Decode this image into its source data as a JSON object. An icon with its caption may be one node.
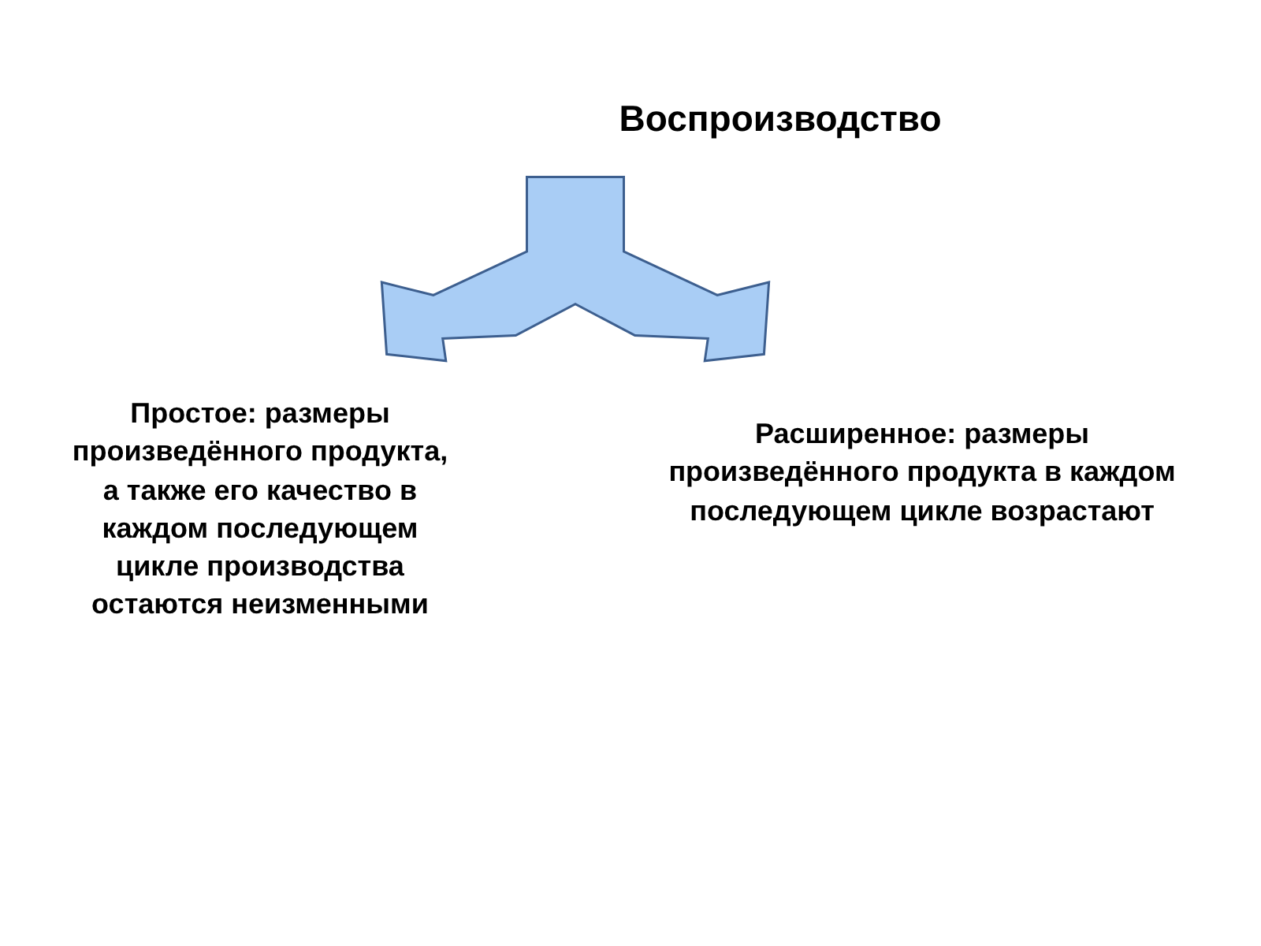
{
  "diagram": {
    "nodes": [
      {
        "text": [
          "Воспроизводство"
        ]
      },
      {
        "text": [
          "Простое: размеры произведённого продукта, а также его качество в каждом последующем цикле производства остаются неизменными"
        ]
      },
      {
        "text": [
          "Расширенное: размеры произведённого продукта в каждом последующем цикле возрастают"
        ]
      }
    ],
    "edges": [
      {
        "from": 0,
        "to": 1,
        "arrow": "to",
        "style": "thick"
      },
      {
        "from": 0,
        "to": 2,
        "arrow": "to",
        "style": "thick"
      }
    ]
  }
}
